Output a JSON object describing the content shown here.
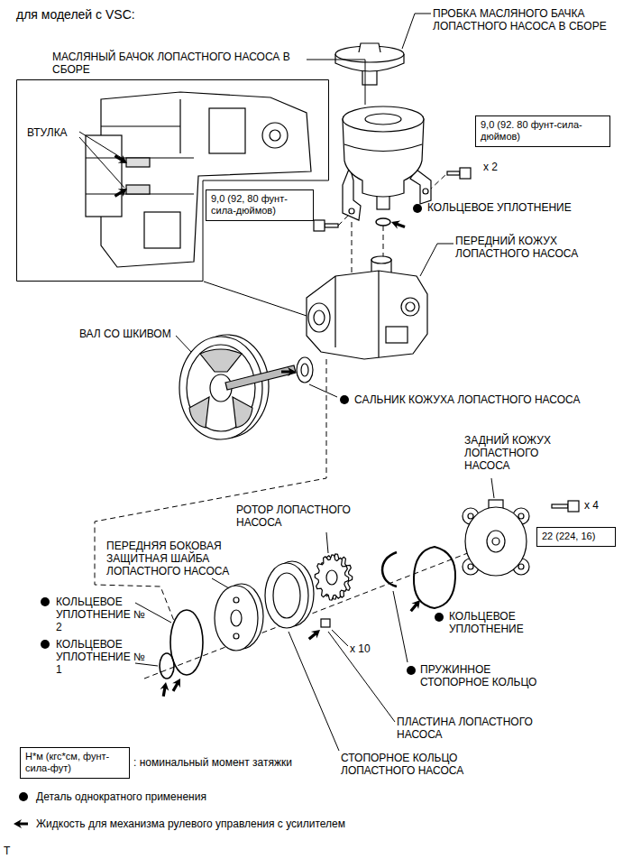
{
  "diagram": {
    "title": "для моделей с VSC:",
    "nodes": [
      {
        "text": [
          "ВТУЛКА"
        ]
      },
      {
        "text": [
          "9,0 (92. 80 фунт-сила-дюймов)"
        ]
      },
      {
        "text": [
          "9,0 (92, 80 фунт-сила-дюймов)"
        ]
      },
      {
        "text": [
          "22 (224, 16)"
        ]
      },
      {
        "text": [
          "Н*м (кгс*см, фунт-сила-фут)"
        ]
      }
    ],
    "labels": [
      "ПРОБКА МАСЛЯНОГО БАЧКА ЛОПАСТНОГО НАСОСА В СБОРЕ",
      "МАСЛЯНЫЙ БАЧОК ЛОПАСТНОГО НАСОСА В СБОРЕ",
      "x 2",
      "КОЛЬЦЕВОЕ УПЛОТНЕНИЕ",
      "ПЕРЕДНИЙ КОЖУХ ЛОПАСТНОГО НАСОСА",
      "ВАЛ СО ШКИВОМ",
      "САЛЬНИК КОЖУХА ЛОПАСТНОГО НАСОСА",
      "ЗАДНИЙ КОЖУХ ЛОПАСТНОГО НАСОСА",
      "x 4",
      "РОТОР ЛОПАСТНОГО НАСОСА",
      "ПЕРЕДНЯЯ БОКОВАЯ ЗАЩИТНАЯ ШАЙБА ЛОПАСТНОГО НАСОСА",
      "КОЛЬЦЕВОЕ УПЛОТНЕНИЕ № 2",
      "КОЛЬЦЕВОЕ УПЛОТНЕНИЕ № 1",
      "КОЛЬЦЕВОЕ УПЛОТНЕНИЕ",
      "x 10",
      "ПРУЖИННОЕ СТОПОРНОЕ КОЛЬЦО",
      "ПЛАСТИНА ЛОПАСТНОГО НАСОСА",
      ": номинальный момент затяжки",
      "СТОПОРНОЕ КОЛЬЦО ЛОПАСТНОГО НАСОСА",
      "T"
    ],
    "legend": [
      {
        "text": "Деталь однократного применения"
      },
      {
        "text": "Жидкость для механизма рулевого управления с усилителем"
      }
    ]
  }
}
